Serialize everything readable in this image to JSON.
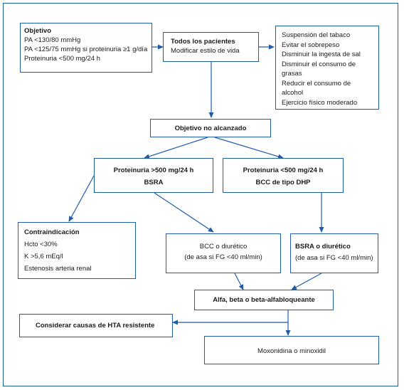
{
  "objetivo": {
    "title": "Objetivo",
    "lines": [
      "PA <130/80 mmHg",
      "PA <125/75 mmHg si proteinuria ≥1 g/día",
      "Proteinuria <500 mg/24 h"
    ]
  },
  "todos": {
    "title": "Todos los pacientes",
    "text": "Modificar estilo de vida"
  },
  "lifestyle": {
    "items": [
      "Suspensión del tabaco",
      "Evitar el sobrepeso",
      "Disminuir la ingesta de sal",
      "Disminuir el consumo  de",
      "grasas",
      "Reducir el consumo de alcohol",
      "Ejercicio físico moderado"
    ]
  },
  "no_alcanzado": {
    "title": "Objetivo no alcanzado"
  },
  "prot_high": {
    "line1": "Proteinuria >500 mg/24 h",
    "line2": "BSRA"
  },
  "prot_low": {
    "line1": "Proteinuria <500 mg/24 h",
    "line2": "BCC de tipo DHP"
  },
  "contra": {
    "title": "Contraindicación",
    "lines": [
      "Hcto <30%",
      "K >5,6 mEq/l",
      "Estenosis arteria renal"
    ]
  },
  "bcc_diur": {
    "line1": "BCC o diurético",
    "line2": "(de asa si FG <40 ml/min)"
  },
  "bsra_diur": {
    "title": "BSRA o diurético",
    "text": "(de asa si FG <40 ml/min)"
  },
  "alfa": {
    "title": "Alfa, beta o beta-alfabloqueante"
  },
  "resistente": {
    "title": "Considerar causas de HTA resistente"
  },
  "moxo": {
    "title": "Moxonidina o minoxidil"
  },
  "colors": {
    "line": "#1e5ea8",
    "text": "#1b1b1b"
  }
}
